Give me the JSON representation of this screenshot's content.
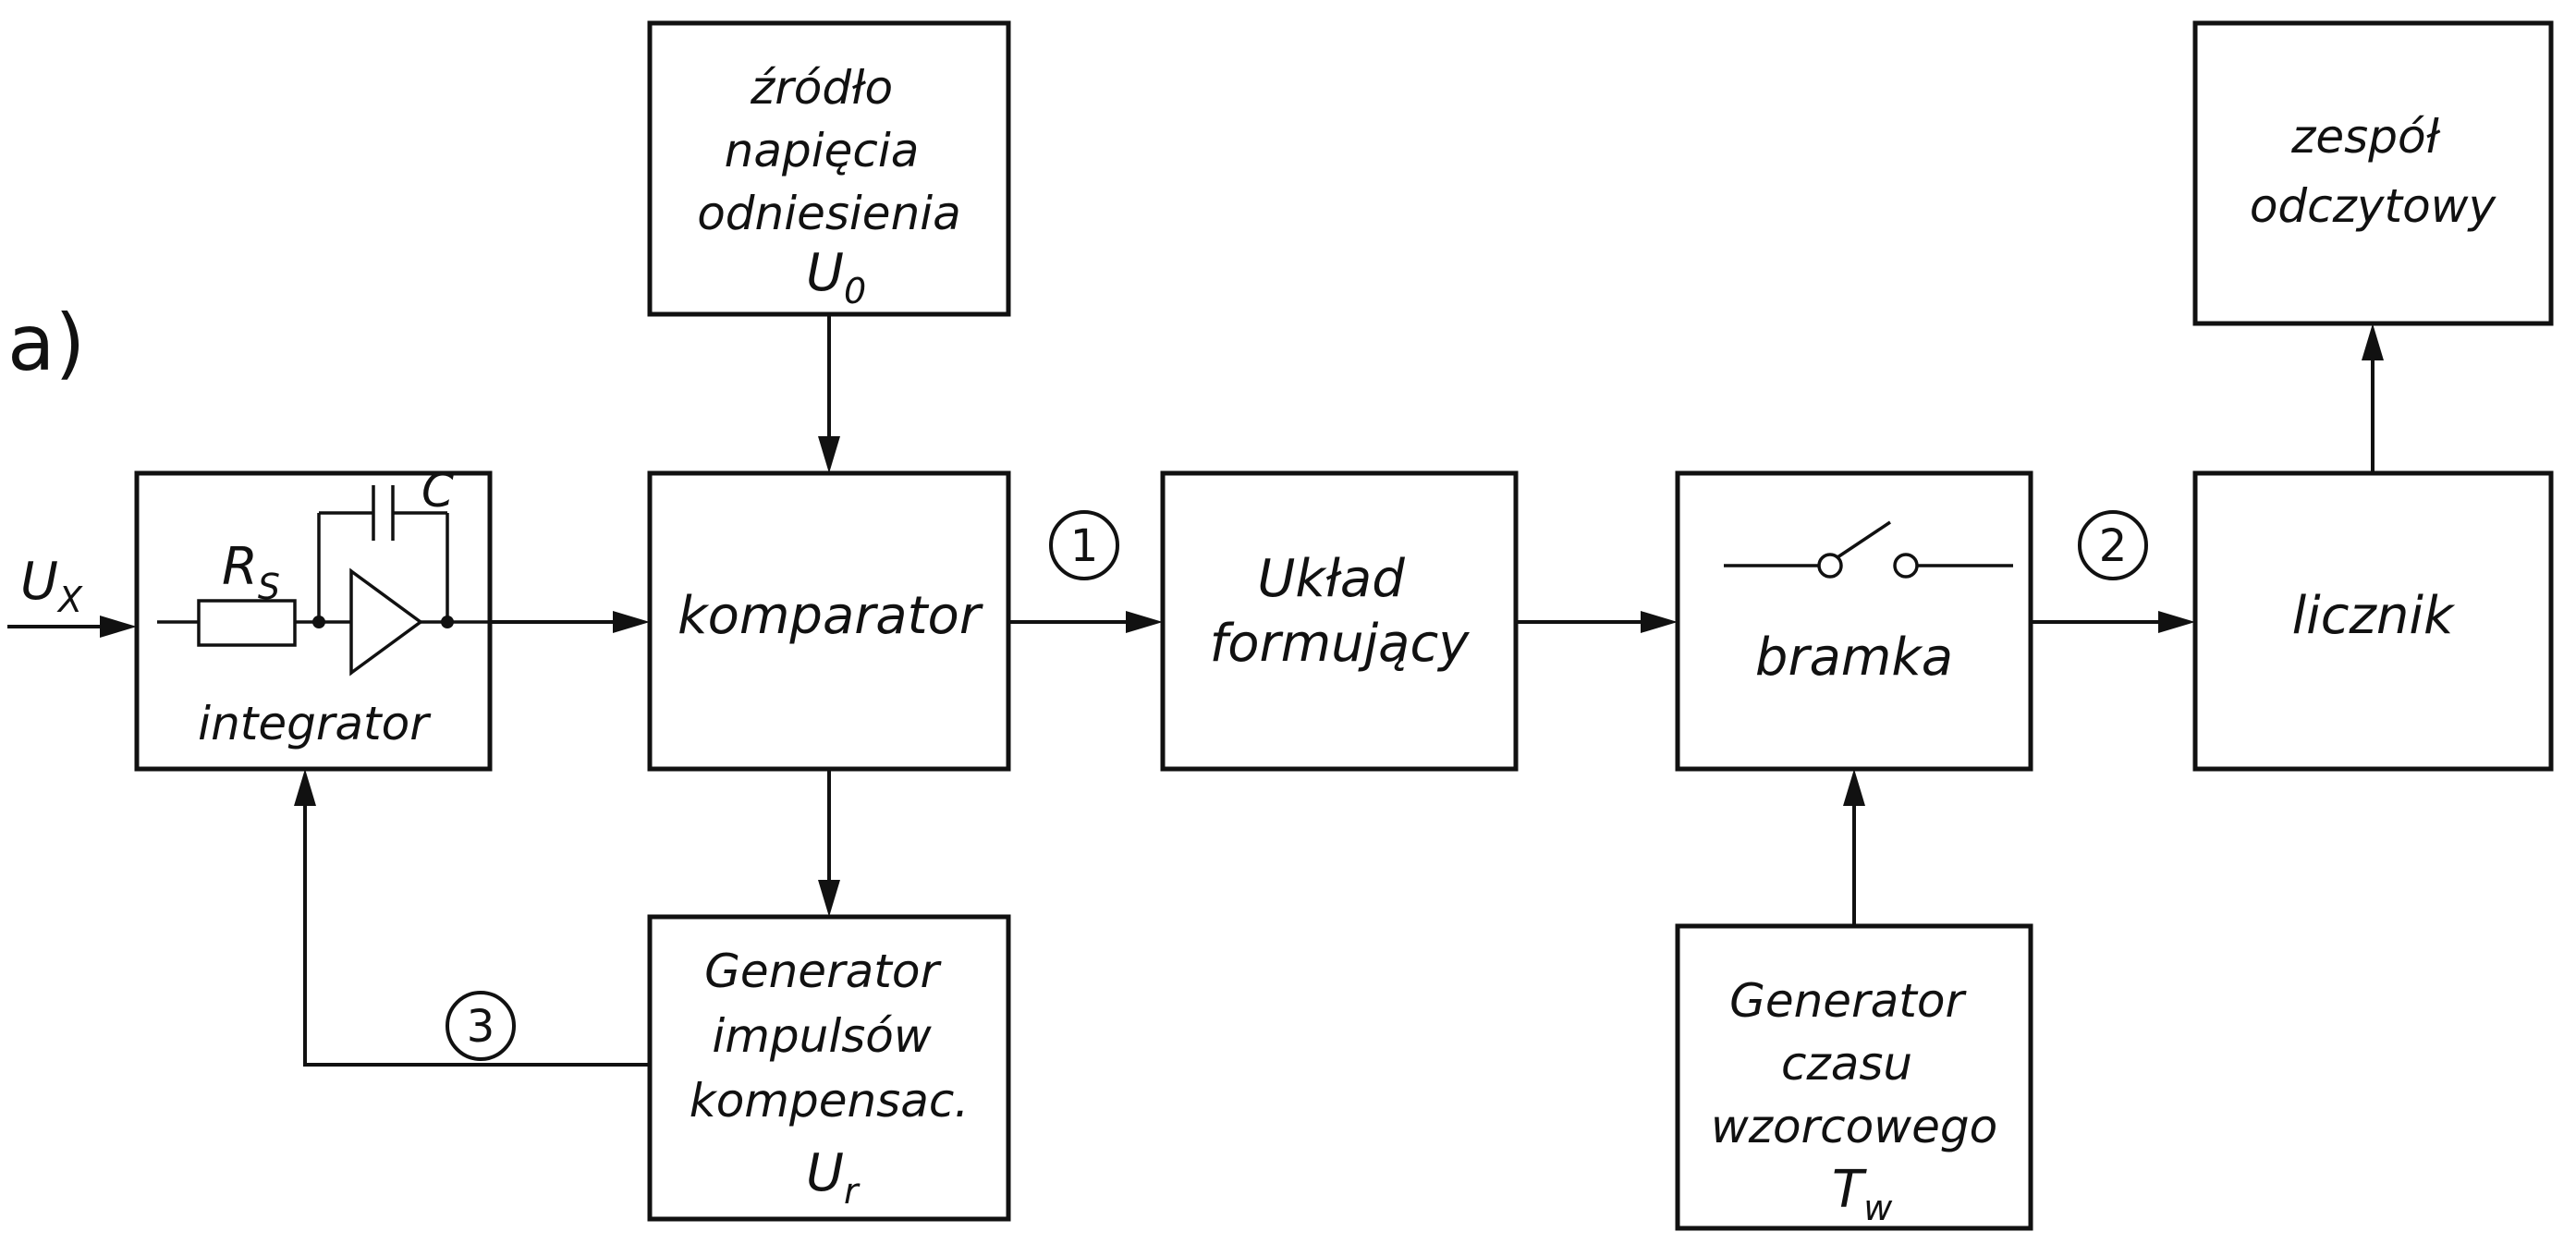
{
  "figure": {
    "label": "a)"
  },
  "signals": {
    "input": "U",
    "input_sub": "X",
    "resistor": "R",
    "resistor_sub": "S",
    "capacitor": "C"
  },
  "blocks": {
    "integrator": {
      "label": "integrator"
    },
    "reference": {
      "lines": [
        "źródło",
        "napięcia",
        "odniesienia"
      ],
      "symbol": "U",
      "symbol_sub": "0"
    },
    "comparator": {
      "label": "komparator"
    },
    "shaper": {
      "lines": [
        "Układ",
        "formujący"
      ]
    },
    "gate": {
      "label": "bramka"
    },
    "counter": {
      "label": "licznik"
    },
    "readout": {
      "lines": [
        "zespół",
        "odczytowy"
      ]
    },
    "compensation": {
      "lines": [
        "Generator",
        "impulsów",
        "kompensac."
      ],
      "symbol": "U",
      "symbol_sub": "r"
    },
    "time_base": {
      "lines": [
        "Generator",
        "czasu",
        "wzorcowego"
      ],
      "symbol": "T",
      "symbol_sub": "w"
    }
  },
  "nodes": [
    "1",
    "2",
    "3"
  ]
}
